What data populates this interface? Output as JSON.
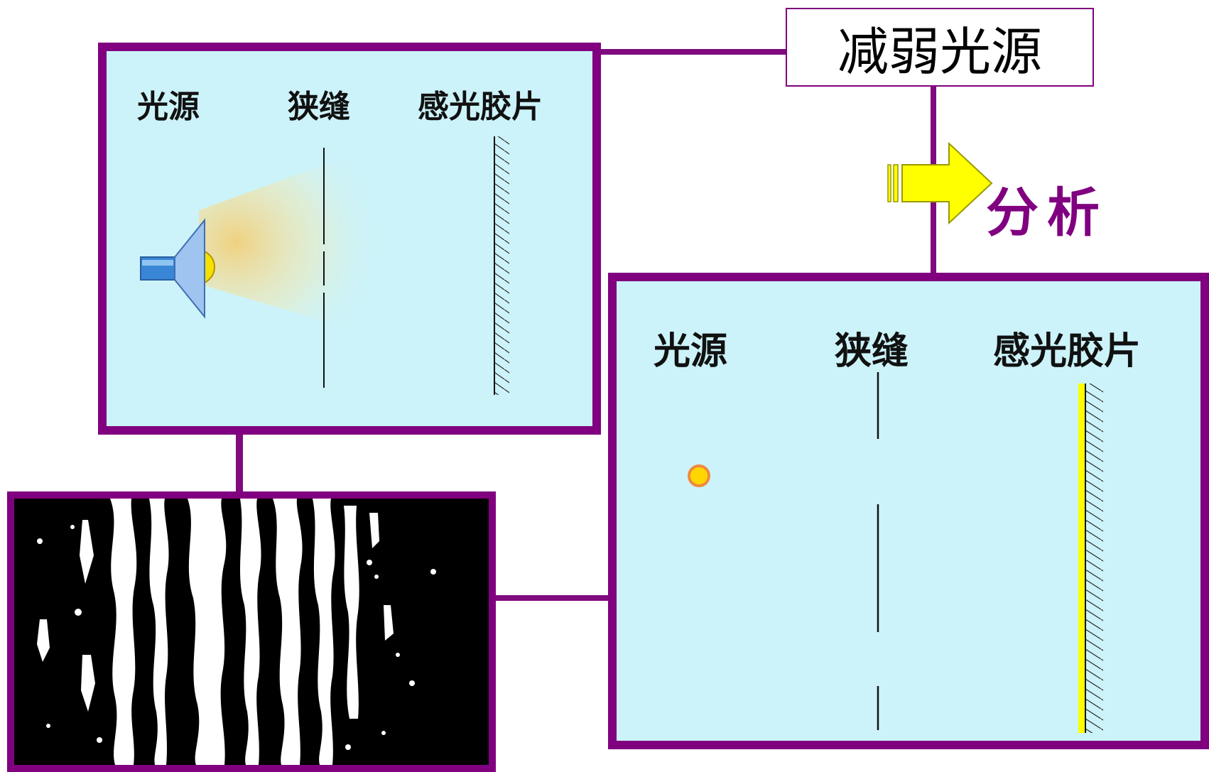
{
  "title_box": {
    "text": "减弱光源"
  },
  "analysis": {
    "text": "分析"
  },
  "panel_top": {
    "source_label": "光源",
    "slit_label": "狭缝",
    "film_label": "感光胶片"
  },
  "panel_bottom": {
    "source_label": "光源",
    "slit_label": "狭缝",
    "film_label": "感光胶片"
  },
  "colors": {
    "frame": "#800080",
    "panel_bg": "#ccf3f9",
    "arrow": "#ffff00",
    "film_exposed": "#ffff00",
    "photon": "#ffd700"
  },
  "icons": {
    "lamp": "flashlight-icon",
    "arrow": "right-arrow-icon",
    "photon": "photon-dot-icon"
  }
}
